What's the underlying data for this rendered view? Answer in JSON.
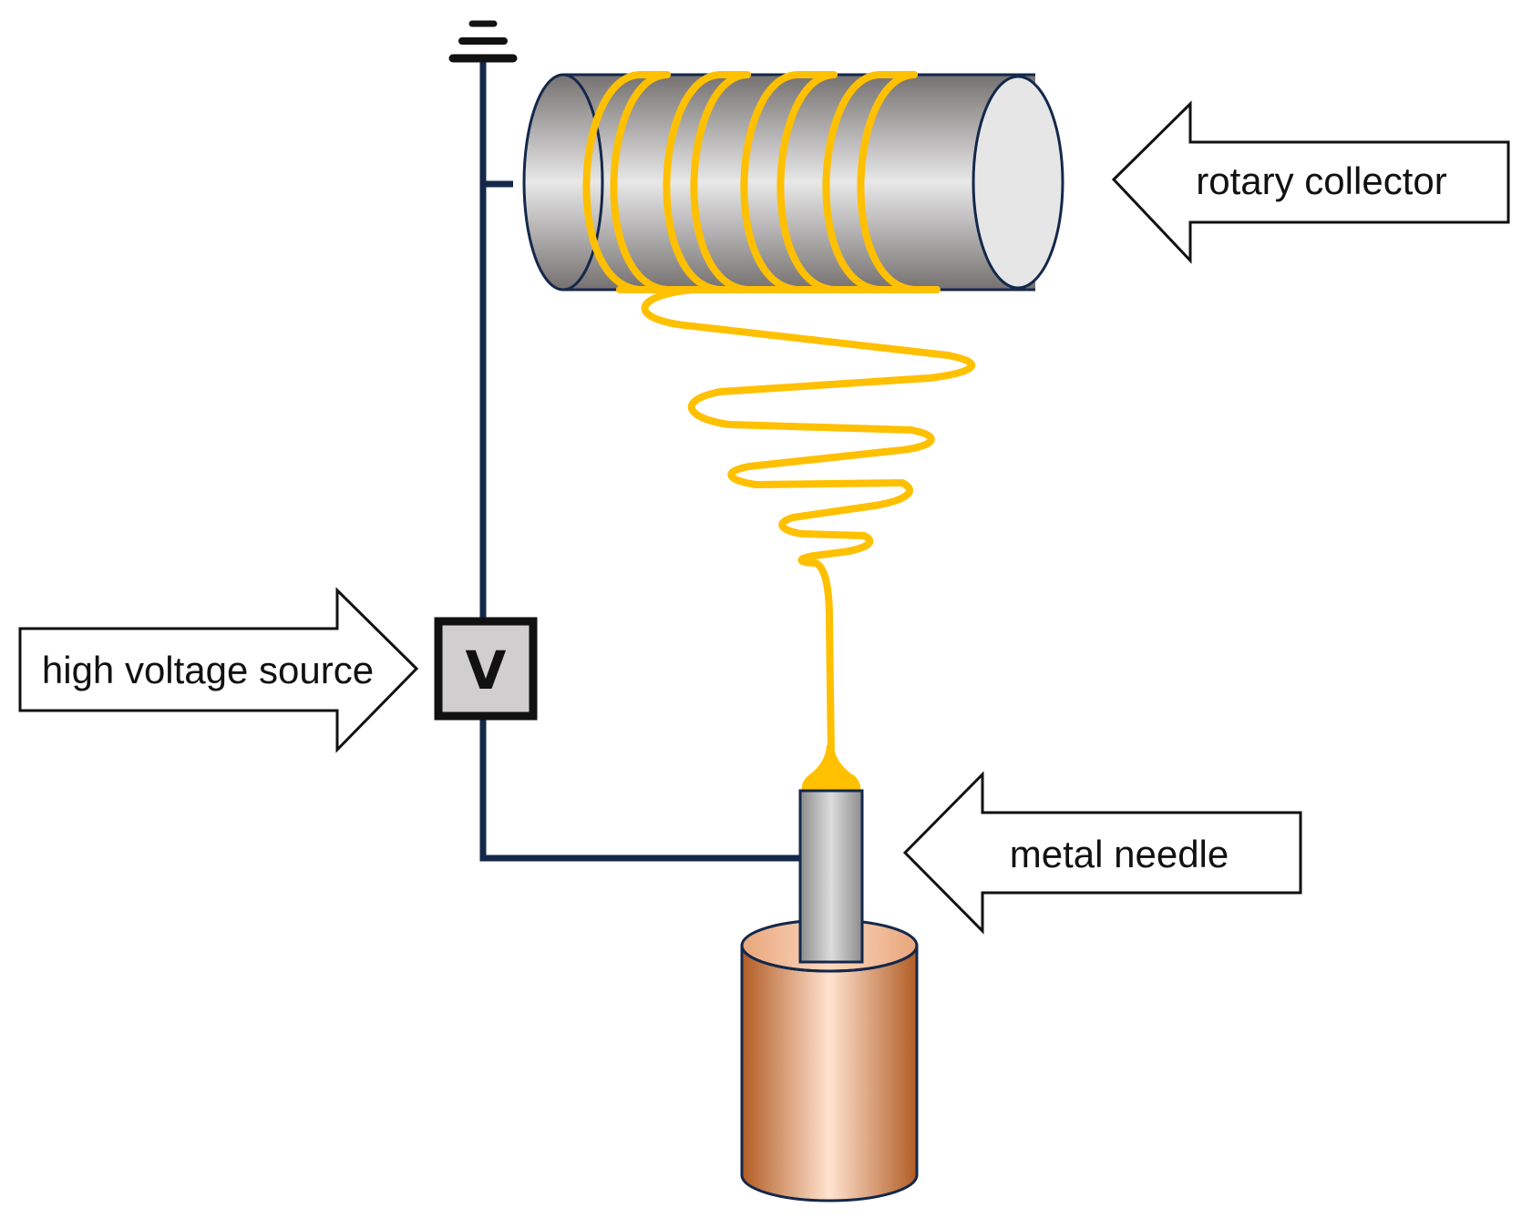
{
  "labels": {
    "rotary_collector": "rotary collector",
    "high_voltage_source": "high voltage source",
    "metal_needle": "metal needle",
    "voltage_symbol": "V"
  },
  "colors": {
    "wire": "#14284b",
    "fiber": "#ffc000",
    "drum_dark": "#767171",
    "drum_light": "#e8e8e8",
    "needle_gray": "#8c8c8c",
    "syringe_copper": "#c0652a",
    "syringe_light": "#ffe3cf",
    "voltmeter_fill": "#d0cece"
  },
  "icons": {
    "ground": "ground-symbol-icon",
    "voltmeter": "voltmeter-icon",
    "arrows": "block-arrow-icon"
  }
}
